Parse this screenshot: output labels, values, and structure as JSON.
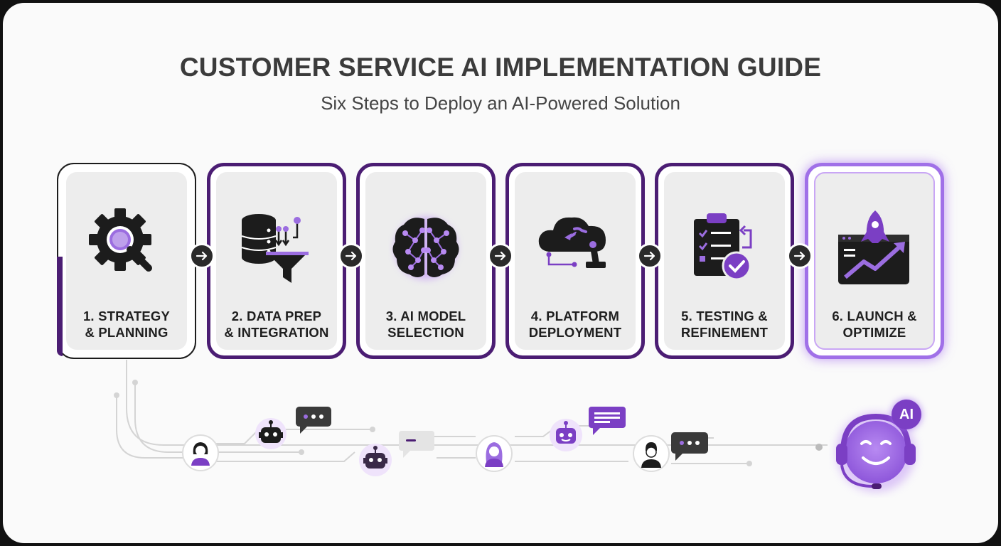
{
  "header": {
    "title": "CUSTOMER SERVICE AI IMPLEMENTATION GUIDE",
    "subtitle": "Six Steps to Deploy an AI-Powered Solution"
  },
  "steps": [
    {
      "line1": "1. STRATEGY",
      "line2": "& PLANNING",
      "icon": "gear-magnifier-icon"
    },
    {
      "line1": "2. DATA PREP",
      "line2": "& INTEGRATION",
      "icon": "database-funnel-icon"
    },
    {
      "line1": "3. AI MODEL",
      "line2": "SELECTION",
      "icon": "neural-brain-icon"
    },
    {
      "line1": "4. PLATFORM",
      "line2": "DEPLOYMENT",
      "icon": "cloud-robot-arm-icon"
    },
    {
      "line1": "5. TESTING &",
      "line2": "REFINEMENT",
      "icon": "clipboard-check-icon"
    },
    {
      "line1": "6. LAUNCH &",
      "line2": "OPTIMIZE",
      "icon": "rocket-growth-icon"
    }
  ],
  "assistant": {
    "badge": "AI"
  },
  "colors": {
    "accent": "#7b3fc4",
    "dark": "#1c1c1c",
    "glow": "#a070e8",
    "panel": "#ededed"
  }
}
